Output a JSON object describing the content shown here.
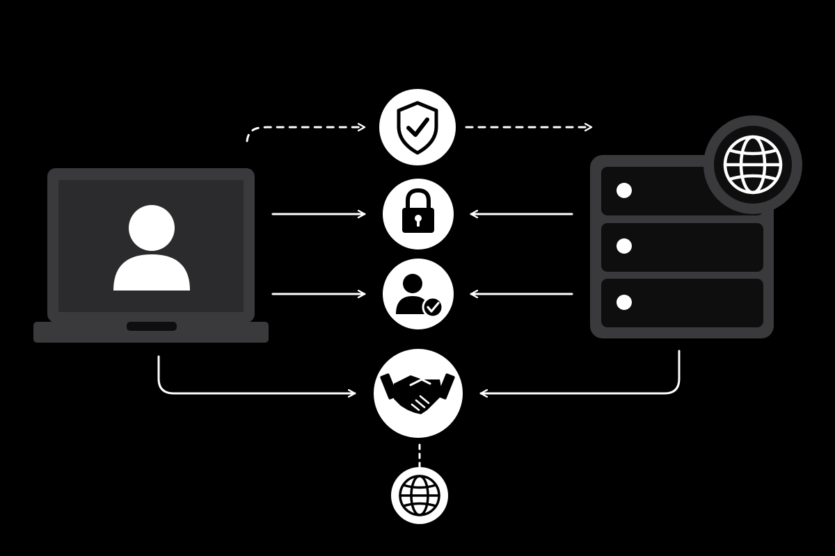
{
  "diagram": {
    "nodes": [
      {
        "id": "client",
        "kind": "laptop",
        "icon": "user-icon"
      },
      {
        "id": "server",
        "kind": "server-rack",
        "icon": "globe-icon"
      },
      {
        "id": "security",
        "icon": "shield-check-icon"
      },
      {
        "id": "encryption",
        "icon": "padlock-icon"
      },
      {
        "id": "authentication",
        "icon": "user-check-icon"
      },
      {
        "id": "handshake",
        "icon": "handshake-icon"
      },
      {
        "id": "internet",
        "icon": "globe-icon"
      }
    ],
    "edges": [
      {
        "from": "client",
        "to": "security",
        "style": "dashed"
      },
      {
        "from": "security",
        "to": "server",
        "style": "dashed"
      },
      {
        "from": "client",
        "to": "encryption",
        "style": "solid"
      },
      {
        "from": "server",
        "to": "encryption",
        "style": "solid"
      },
      {
        "from": "client",
        "to": "authentication",
        "style": "solid"
      },
      {
        "from": "server",
        "to": "authentication",
        "style": "solid"
      },
      {
        "from": "client",
        "to": "handshake",
        "style": "solid"
      },
      {
        "from": "server",
        "to": "handshake",
        "style": "solid"
      },
      {
        "from": "handshake",
        "to": "internet",
        "style": "dashed"
      }
    ]
  },
  "colors": {
    "background": "#000000",
    "device_body": "#3a3a3c",
    "device_screen": "#2b2b2d",
    "icon_fill": "#ffffff",
    "icon_glyph": "#000000",
    "line": "#ffffff"
  }
}
